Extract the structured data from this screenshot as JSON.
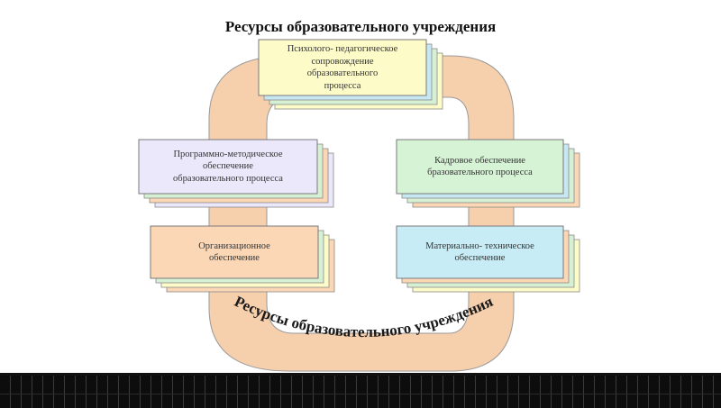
{
  "title": "Ресурсы образовательного учреждения",
  "arc_label": "Ресурсы образовательного учреждения",
  "colors": {
    "ring": "#f6cfad",
    "ring_stroke": "#9a9a9a",
    "arc_text": "#1a1a1a",
    "bottom_bar": "#0d0d0d"
  },
  "boxes": [
    {
      "id": "psych",
      "lines": [
        "Психолого- педагогическое",
        "сопровождение",
        "образовательного",
        "процесса"
      ],
      "fill": "#fdfbc8",
      "stack": [
        "#c7e8f2",
        "#d6f0d4",
        "#fdfbc8"
      ]
    },
    {
      "id": "program",
      "lines": [
        "Программно-методическое",
        "обеспечение",
        "образовательного процесса"
      ],
      "fill": "#ebe8fb",
      "stack": [
        "#d6f0d4",
        "#fbd7b6",
        "#ebe8fb"
      ]
    },
    {
      "id": "staff",
      "lines": [
        "Кадровое обеспечение",
        "бразовательного процесса"
      ],
      "fill": "#d7f3d6",
      "stack": [
        "#c7e8f2",
        "#d6f0d4",
        "#fbd7b6"
      ]
    },
    {
      "id": "org",
      "lines": [
        "Организационное",
        "обеспечение"
      ],
      "fill": "#fbd7b6",
      "stack": [
        "#d6f0d4",
        "#fdfbc8",
        "#fbd7b6"
      ]
    },
    {
      "id": "material",
      "lines": [
        "Материально- техническое",
        "обеспечение"
      ],
      "fill": "#c7ecf5",
      "stack": [
        "#fbd7b6",
        "#d6f0d4",
        "#fdfbc8"
      ]
    }
  ]
}
